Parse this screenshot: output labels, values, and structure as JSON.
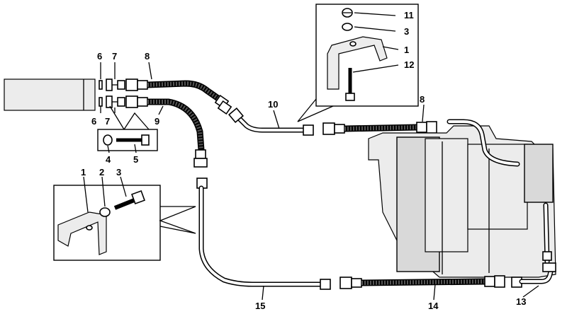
{
  "callouts": {
    "c1_top": "1",
    "c3_top": "3",
    "c11": "11",
    "c12": "12",
    "c6_a": "6",
    "c7_a": "7",
    "c6_b": "6",
    "c7_b": "7",
    "c8_left": "8",
    "c9": "9",
    "c4": "4",
    "c5": "5",
    "c10": "10",
    "c8_right": "8",
    "c1_left": "1",
    "c2_left": "2",
    "c3_left": "3",
    "c15": "15",
    "c14": "14",
    "c13": "13"
  },
  "icons": {
    "tank": "fuel-tank-icon",
    "engine": "engine-block-icon",
    "bracket": "clamp-bracket-icon",
    "fitting": "tee-fitting-icon",
    "hose": "braided-hose-icon",
    "tube": "rigid-tube-icon"
  }
}
